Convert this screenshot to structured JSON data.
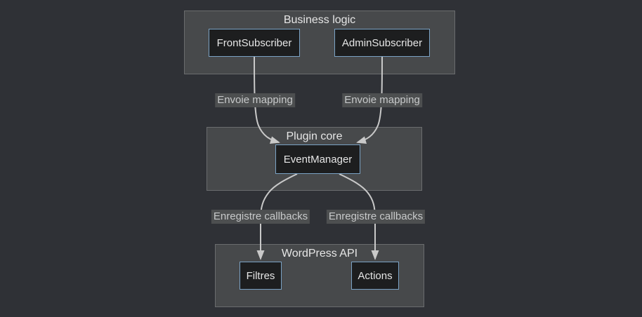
{
  "diagram": {
    "clusters": [
      {
        "id": "business_logic",
        "title": "Business logic",
        "nodes": [
          {
            "id": "front_subscriber",
            "label": "FrontSubscriber"
          },
          {
            "id": "admin_subscriber",
            "label": "AdminSubscriber"
          }
        ]
      },
      {
        "id": "plugin_core",
        "title": "Plugin core",
        "nodes": [
          {
            "id": "event_manager",
            "label": "EventManager"
          }
        ]
      },
      {
        "id": "wordpress_api",
        "title": "WordPress API",
        "nodes": [
          {
            "id": "filtres",
            "label": "Filtres"
          },
          {
            "id": "actions",
            "label": "Actions"
          }
        ]
      }
    ],
    "edges": [
      {
        "from": "FrontSubscriber",
        "to": "EventManager",
        "label": "Envoie mapping"
      },
      {
        "from": "AdminSubscriber",
        "to": "EventManager",
        "label": "Envoie mapping"
      },
      {
        "from": "EventManager",
        "to": "Filtres",
        "label": "Enregistre callbacks"
      },
      {
        "from": "EventManager",
        "to": "Actions",
        "label": "Enregistre callbacks"
      }
    ],
    "colors": {
      "bg": "#2f3136",
      "cluster_fill": "#47494b",
      "cluster_border": "#6a6c6e",
      "node_fill": "#1d1e1f",
      "node_border": "#7aa2c4",
      "edge": "#c9c9c9",
      "edge_label_bg": "#4d4f50",
      "edge_label_text": "#c7c9ca",
      "text": "#e6e6e6"
    }
  }
}
